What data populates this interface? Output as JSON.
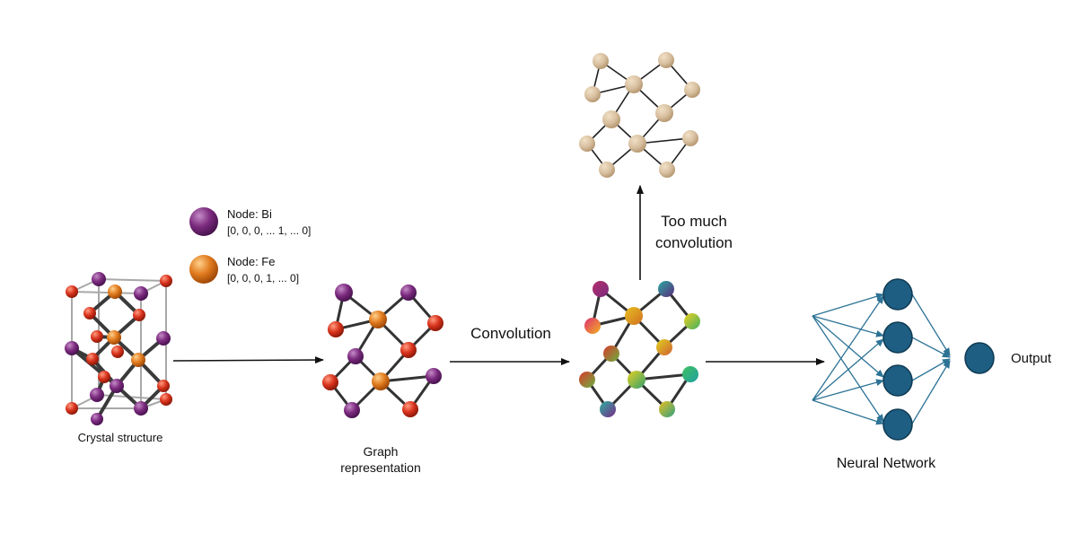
{
  "legend": {
    "bi": {
      "title": "Node: Bi",
      "vector": "[0, 0, 0, ... 1, ... 0]",
      "color": "#7b2a7e"
    },
    "fe": {
      "title": "Node: Fe",
      "vector": "[0, 0, 0, 1, ... 0]",
      "color": "#e07a1e"
    }
  },
  "labels": {
    "crystal": "Crystal structure",
    "graph_line1": "Graph",
    "graph_line2": "representation",
    "convolution": "Convolution",
    "too_much_line1": "Too much",
    "too_much_line2": "convolution",
    "neural_network": "Neural Network",
    "output": "Output"
  },
  "colors": {
    "bi": "#7b2a7e",
    "fe": "#e07a1e",
    "o": "#d8321c",
    "oversmoothed": "#d8c0a0",
    "nn_node": "#1d5e82",
    "nn_edge": "#2d7396"
  }
}
